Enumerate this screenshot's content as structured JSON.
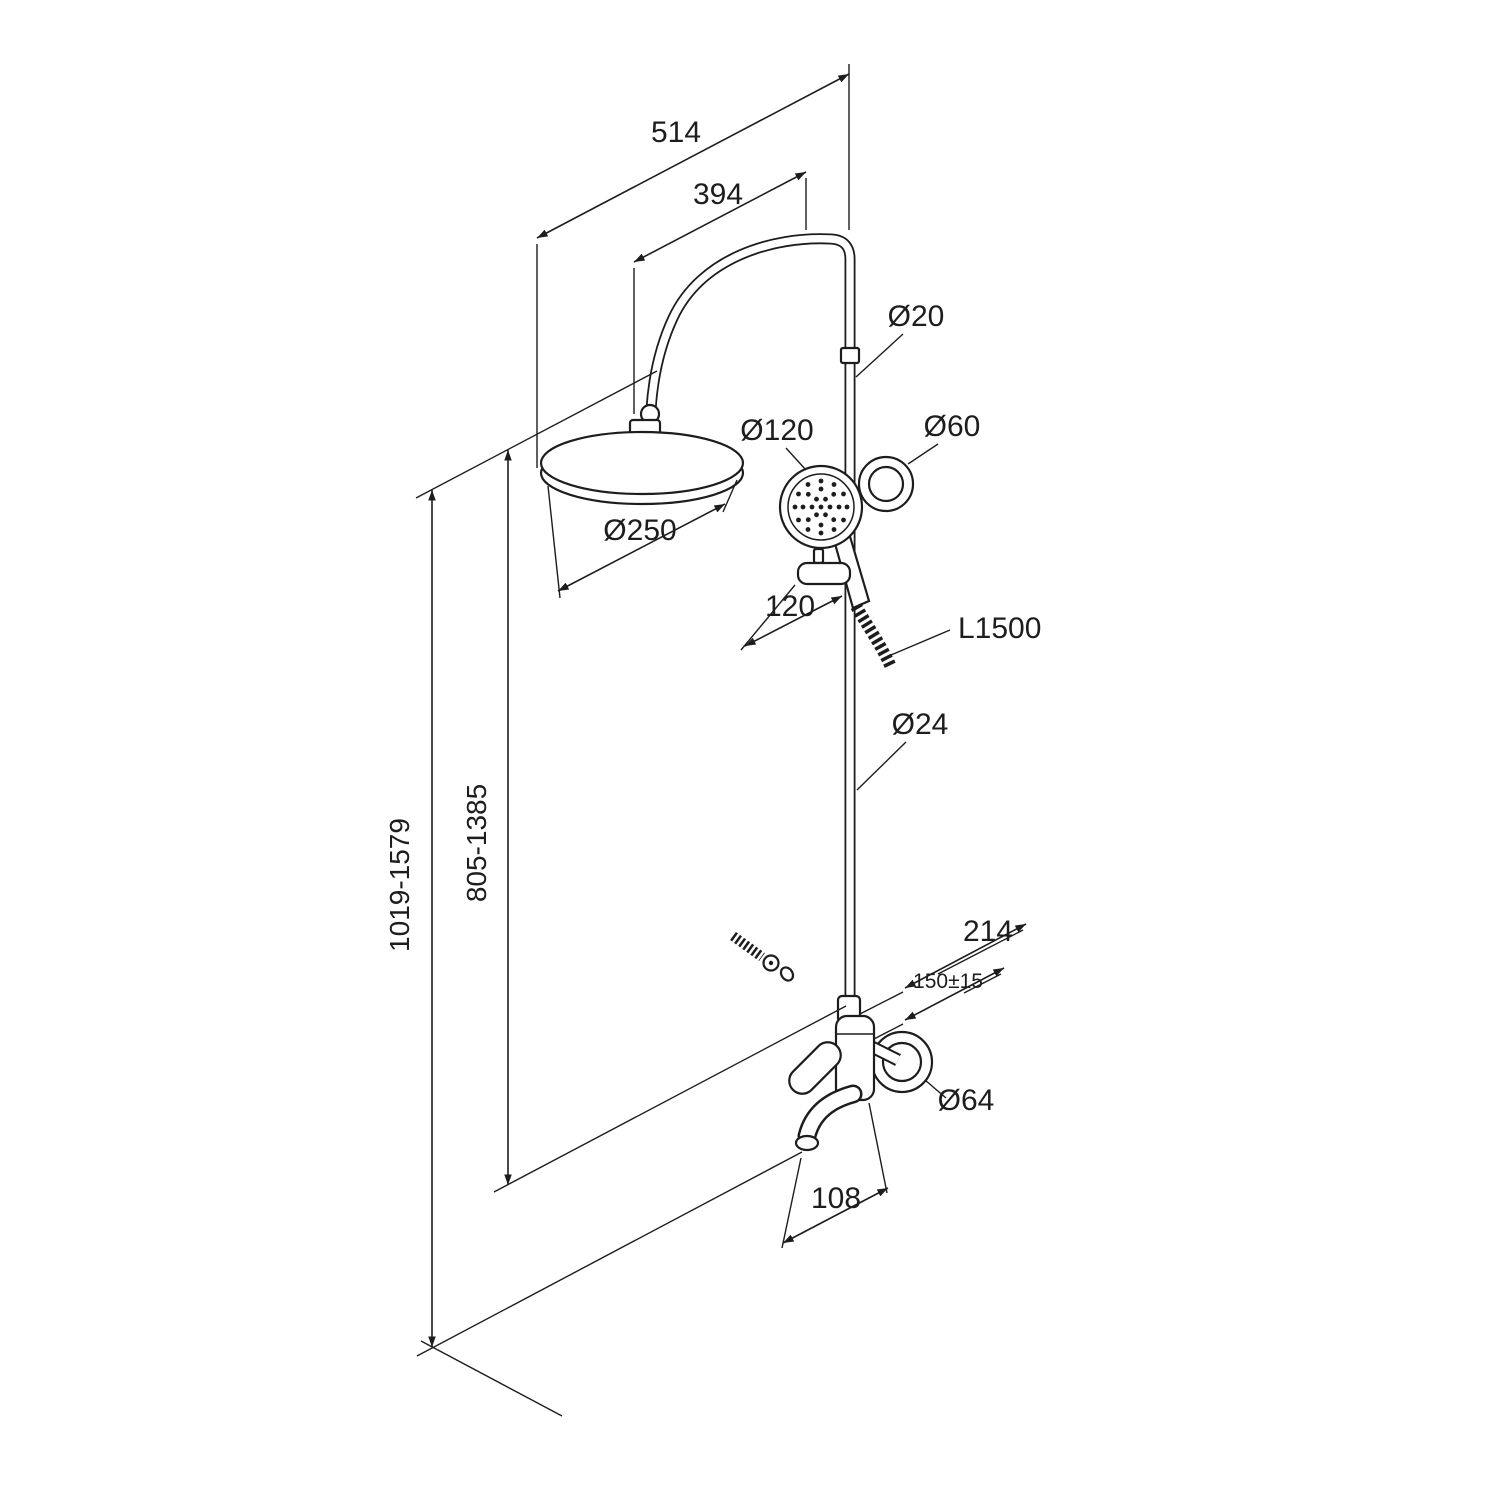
{
  "drawing": {
    "colors": {
      "line": "#1d1d1f",
      "background": "#ffffff"
    },
    "labels": {
      "width_top": "514",
      "arm_reach": "394",
      "upper_pipe_diameter": "Ø20",
      "hand_shower_diameter": "Ø120",
      "bracket_diameter": "Ø60",
      "head_diameter": "Ø250",
      "holder_offset": "120",
      "hose_length": "L1500",
      "riser_pipe_diameter": "Ø24",
      "spout_projection": "214",
      "inlet_spacing": "150±15",
      "escutcheon_diameter": "Ø64",
      "spout_length": "108",
      "riser_height_range": "805-1385",
      "total_height_range": "1019-1579"
    }
  }
}
